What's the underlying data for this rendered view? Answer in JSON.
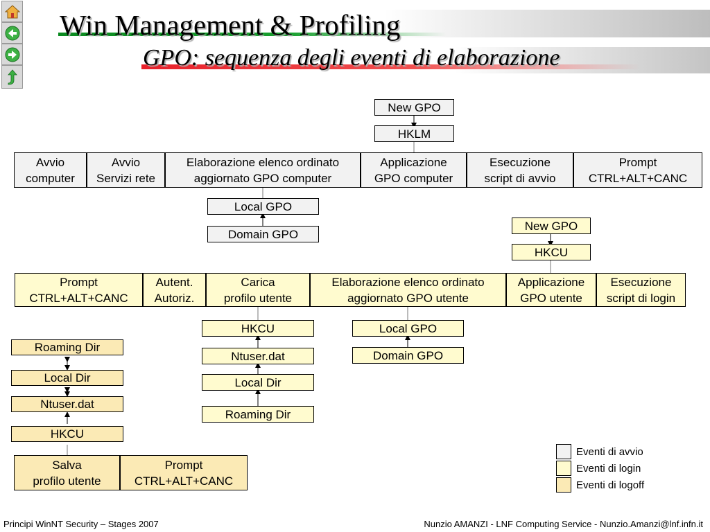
{
  "header": {
    "title": "Win Management & Profiling",
    "subtitle": "GPO: sequenza degli eventi di elaborazione"
  },
  "nav": {
    "home_icon": "home-icon",
    "back_icon": "arrow-left-icon",
    "forward_icon": "arrow-right-icon",
    "up_icon": "arrow-up-icon"
  },
  "colors": {
    "startup": "#f2f2f2",
    "login": "#fffbcf",
    "logoff": "#fbeab5",
    "accent_green": "#1aa030",
    "accent_red": "#e8202a"
  },
  "startup": {
    "new_gpo": "New GPO",
    "hklm": "HKLM",
    "row": [
      {
        "line1": "Avvio",
        "line2": "computer"
      },
      {
        "line1": "Avvio",
        "line2": "Servizi rete"
      },
      {
        "line1": "Elaborazione elenco ordinato",
        "line2": "aggiornato GPO computer"
      },
      {
        "line1": "Applicazione",
        "line2": "GPO computer"
      },
      {
        "line1": "Esecuzione",
        "line2": "script di avvio"
      },
      {
        "line1": "Prompt",
        "line2": "CTRL+ALT+CANC"
      }
    ],
    "local_gpo": "Local GPO",
    "domain_gpo": "Domain GPO"
  },
  "login": {
    "new_gpo": "New GPO",
    "hkcu": "HKCU",
    "row": [
      {
        "line1": "Prompt",
        "line2": "CTRL+ALT+CANC"
      },
      {
        "line1": "Autent.",
        "line2": "Autoriz."
      },
      {
        "line1": "Carica",
        "line2": "profilo utente"
      },
      {
        "line1": "Elaborazione elenco ordinato",
        "line2": "aggiornato GPO utente"
      },
      {
        "line1": "Applicazione",
        "line2": "GPO utente"
      },
      {
        "line1": "Esecuzione",
        "line2": "script di login"
      }
    ],
    "profile_chain": [
      "HKCU",
      "Ntuser.dat",
      "Local Dir",
      "Roaming Dir"
    ],
    "local_gpo": "Local GPO",
    "domain_gpo": "Domain GPO"
  },
  "logoff": {
    "chain": [
      "Roaming Dir",
      "Local Dir",
      "Ntuser.dat",
      "HKCU"
    ],
    "row": [
      {
        "line1": "Salva",
        "line2": "profilo utente"
      },
      {
        "line1": "Prompt",
        "line2": "CTRL+ALT+CANC"
      }
    ]
  },
  "legend": [
    {
      "label": "Eventi di avvio"
    },
    {
      "label": "Eventi di login"
    },
    {
      "label": "Eventi di logoff"
    }
  ],
  "footer": {
    "left": "Principi WinNT Security – Stages 2007",
    "right": "Nunzio AMANZI - LNF Computing Service - Nunzio.Amanzi@lnf.infn.it"
  }
}
